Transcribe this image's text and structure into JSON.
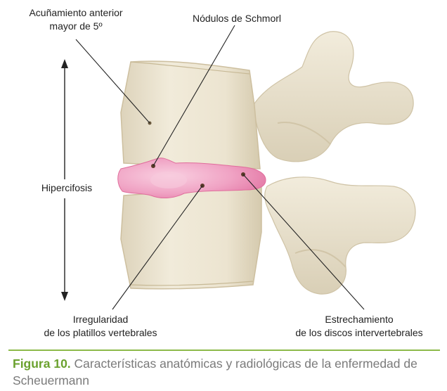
{
  "labels": {
    "wedge": [
      "Acuñamiento anterior",
      "mayor de 5º"
    ],
    "schmorl": "Nódulos de Schmorl",
    "kyphosis": "Hipercifosis",
    "irregularity": [
      "Irregularidad",
      "de los platillos vertebrales"
    ],
    "narrowing": [
      "Estrechamiento",
      "de los discos intervertebrales"
    ]
  },
  "caption": {
    "figure_label": "Figura 10.",
    "text": " Características anatómicas y radiológicas de la enfermedad de Scheuermann"
  },
  "colors": {
    "bone": "#ede6d3",
    "bone_shadow": "#d6ccb2",
    "disc": "#ec8fb4",
    "disc_light": "#f6c2d8",
    "accent_green": "#6aa12e",
    "rule_green": "#8dba4a"
  }
}
